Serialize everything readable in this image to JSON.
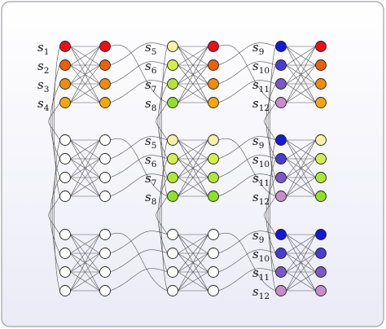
{
  "palette": {
    "frame_fill_top": "#ffffff",
    "frame_fill_bottom": "#ebebf7",
    "frame_stroke": "#a0a0a8",
    "edge": "#555555",
    "node_stroke": "#222222",
    "blank": "#ffffff"
  },
  "state_colors": {
    "s1": "#e8101a",
    "s2": "#e86010",
    "s3": "#f08a10",
    "s4": "#f2a80a",
    "s5": "#f6f0a8",
    "s6": "#d4ee4c",
    "s7": "#b2e43a",
    "s8": "#8ee02a",
    "s9": "#1418d8",
    "s10": "#4a3cd2",
    "s11": "#7a58c8",
    "s12": "#c88ccc"
  },
  "labels": [
    {
      "text": "s",
      "sub": "1"
    },
    {
      "text": "s",
      "sub": "2"
    },
    {
      "text": "s",
      "sub": "3"
    },
    {
      "text": "s",
      "sub": "4"
    },
    {
      "text": "s",
      "sub": "5"
    },
    {
      "text": "s",
      "sub": "6"
    },
    {
      "text": "s",
      "sub": "7"
    },
    {
      "text": "s",
      "sub": "8"
    },
    {
      "text": "s",
      "sub": "9"
    },
    {
      "text": "s",
      "sub": "10"
    },
    {
      "text": "s",
      "sub": "11"
    },
    {
      "text": "s",
      "sub": "12"
    },
    {
      "text": "s",
      "sub": "5"
    },
    {
      "text": "s",
      "sub": "6"
    },
    {
      "text": "s",
      "sub": "7"
    },
    {
      "text": "s",
      "sub": "8"
    },
    {
      "text": "s",
      "sub": "9"
    },
    {
      "text": "s",
      "sub": "10"
    },
    {
      "text": "s",
      "sub": "11"
    },
    {
      "text": "s",
      "sub": "12"
    },
    {
      "text": "s",
      "sub": "9"
    },
    {
      "text": "s",
      "sub": "10"
    },
    {
      "text": "s",
      "sub": "11"
    },
    {
      "text": "s",
      "sub": "12"
    }
  ],
  "blocks": [
    {
      "group": "top-left",
      "left": [
        "s1",
        "s2",
        "s3",
        "s4"
      ],
      "right": [
        "s1",
        "s2",
        "s3",
        "s4"
      ]
    },
    {
      "group": "top-mid",
      "left": [
        "s5",
        "s6",
        "s7",
        "s8"
      ],
      "right": [
        "s1",
        "s2",
        "s3",
        "s4"
      ]
    },
    {
      "group": "top-right",
      "left": [
        "s9",
        "s10",
        "s11",
        "s12"
      ],
      "right": [
        "s1",
        "s2",
        "s3",
        "s4"
      ]
    },
    {
      "group": "mid-left",
      "left": [
        "",
        "",
        "",
        ""
      ],
      "right": [
        "",
        "",
        "",
        ""
      ]
    },
    {
      "group": "mid-mid",
      "left": [
        "s5",
        "s6",
        "s7",
        "s8"
      ],
      "right": [
        "s5",
        "s6",
        "s7",
        "s8"
      ]
    },
    {
      "group": "mid-right",
      "left": [
        "s9",
        "s10",
        "s11",
        "s12"
      ],
      "right": [
        "s5",
        "s6",
        "s7",
        "s8"
      ]
    },
    {
      "group": "bot-left",
      "left": [
        "",
        "",
        "",
        ""
      ],
      "right": [
        "",
        "",
        "",
        ""
      ]
    },
    {
      "group": "bot-mid",
      "left": [
        "",
        "",
        "",
        ""
      ],
      "right": [
        "",
        "",
        "",
        ""
      ]
    },
    {
      "group": "bot-right",
      "left": [
        "s9",
        "s10",
        "s11",
        "s12"
      ],
      "right": [
        "s9",
        "s10",
        "s11",
        "s12"
      ]
    }
  ]
}
